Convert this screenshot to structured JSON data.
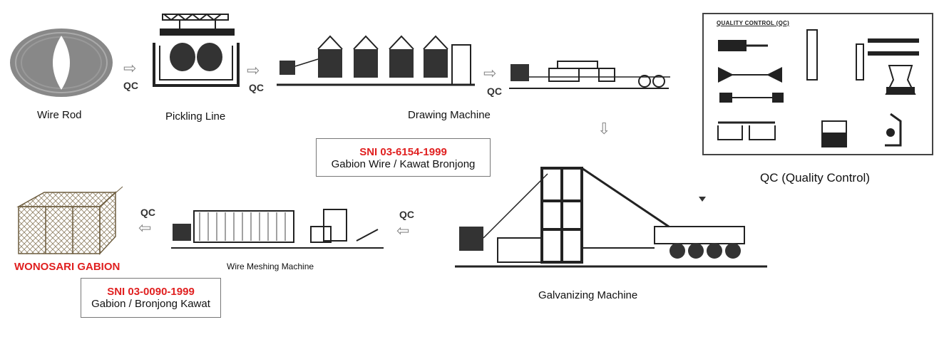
{
  "stages": {
    "wire_rod": "Wire Rod",
    "pickling_line": "Pickling Line",
    "drawing_machine": "Drawing Machine",
    "galvanizing_machine": "Galvanizing Machine",
    "wire_meshing_machine": "Wire Meshing Machine",
    "quality_control": "QC (Quality Control)"
  },
  "qc_tag": "QC",
  "qc_panel_title": "QUALITY CONTROL (QC)",
  "standards": {
    "wire": {
      "code": "SNI 03-6154-1999",
      "desc": "Gabion Wire / Kawat Bronjong"
    },
    "gabion": {
      "code": "SNI 03-0090-1999",
      "desc": "Gabion / Bronjong Kawat"
    }
  },
  "brand": "WONOSARI GABION",
  "colors": {
    "accent_red": "#e02020",
    "arrow_gray": "#888888"
  }
}
